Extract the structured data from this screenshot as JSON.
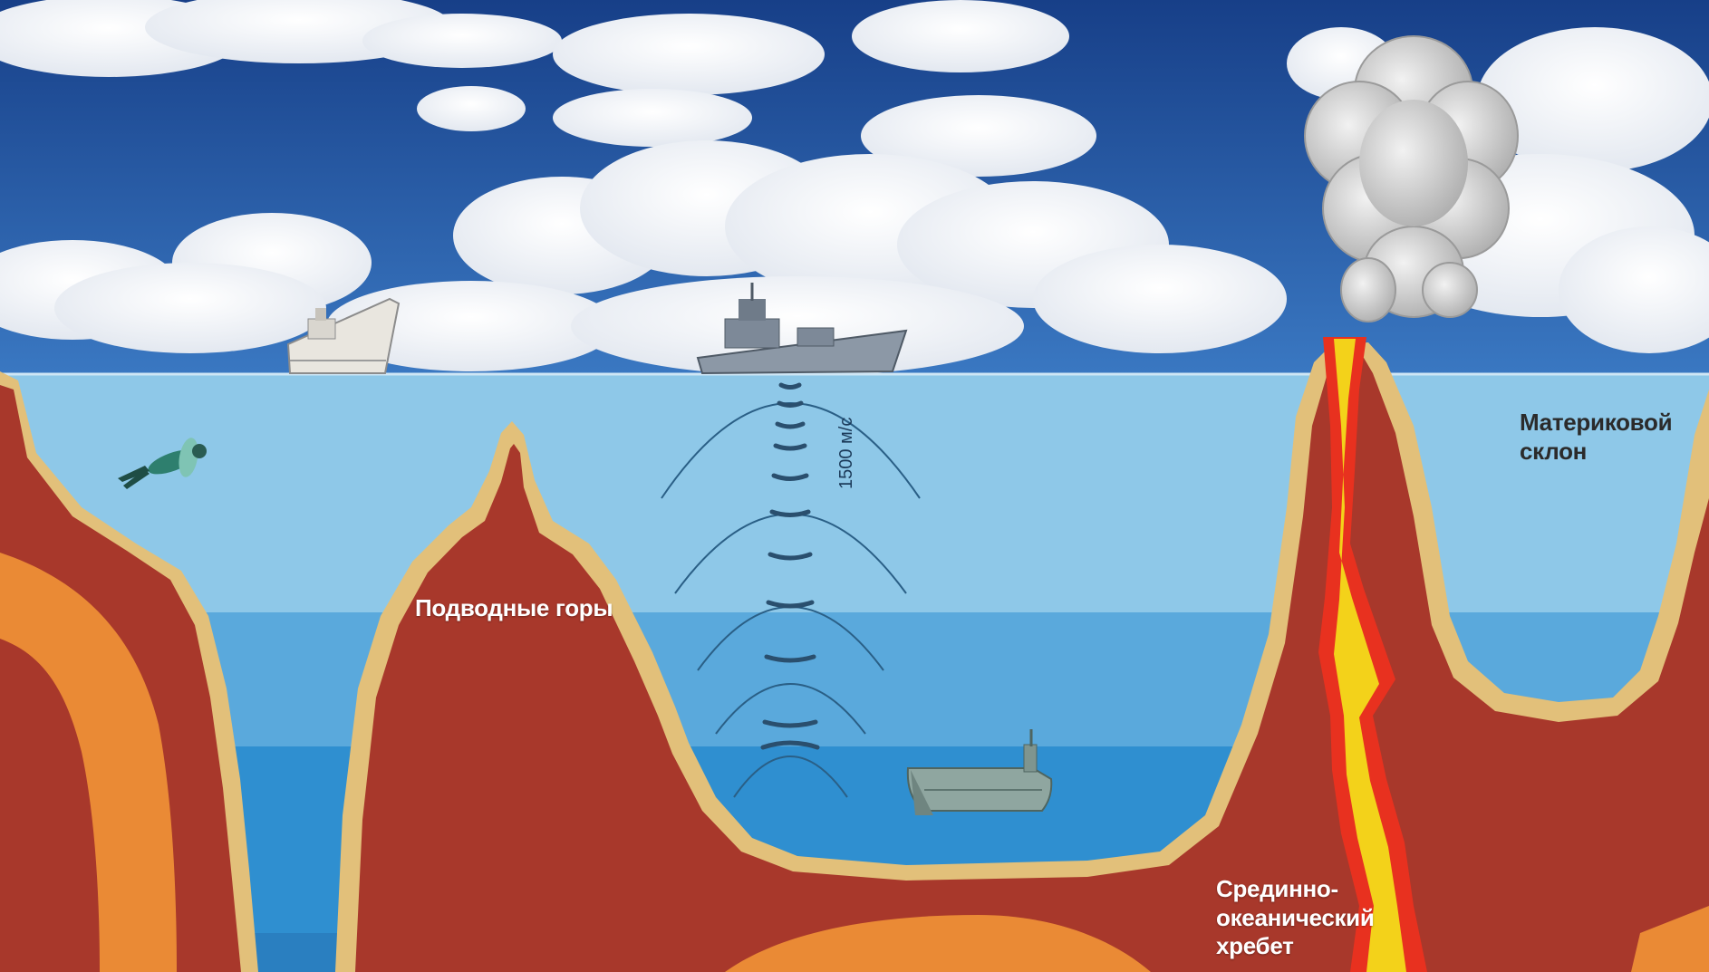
{
  "diagram": {
    "labels": {
      "seamounts": "Подводные горы",
      "continental_slope_line1": "Материковой",
      "continental_slope_line2": "склон",
      "ridge_line1": "Срединно-",
      "ridge_line2": "океанический",
      "ridge_line3": "хребет",
      "sound_speed": "1500 м/с"
    },
    "icons": [
      "diver-icon",
      "ship-icon",
      "warship-icon",
      "submarine-icon",
      "volcano-icon",
      "smoke-cloud-icon",
      "sonar-waves-icon"
    ],
    "colors": {
      "sky": "#1d4a96",
      "water_top": "#8ec8e8",
      "water_mid": "#5aa9dc",
      "water_deep": "#2f8fd0",
      "rock": "#a8382b",
      "sediment": "#e2c07a",
      "mantle": "#ea8a35",
      "lava": "#f3d21a",
      "lava_edge": "#e8311f"
    }
  }
}
